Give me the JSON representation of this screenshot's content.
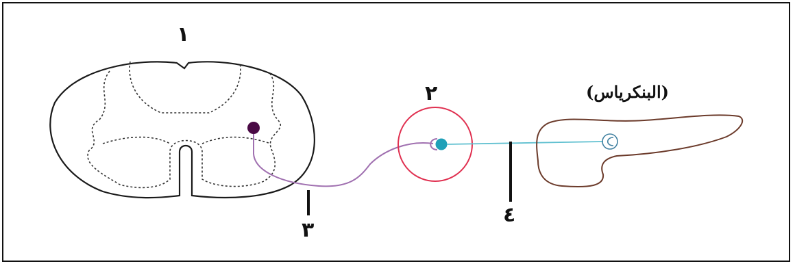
{
  "labels": {
    "spinal_cord": "١",
    "ganglion": "٢",
    "preganglionic_fiber": "٣",
    "postganglionic_fiber": "٤"
  },
  "organ_label": "(البنكرياس)",
  "colors": {
    "outline": "#1a1a1a",
    "preganglionic_neuron": "#4a0a45",
    "preganglionic_axon": "#a070b0",
    "ganglion_ring": "#e03050",
    "postganglionic_neuron": "#1fa0b8",
    "postganglionic_axon": "#60c0d0",
    "pancreas_outline": "#6b3a2a",
    "pancreas_ending": "#4080a0"
  }
}
